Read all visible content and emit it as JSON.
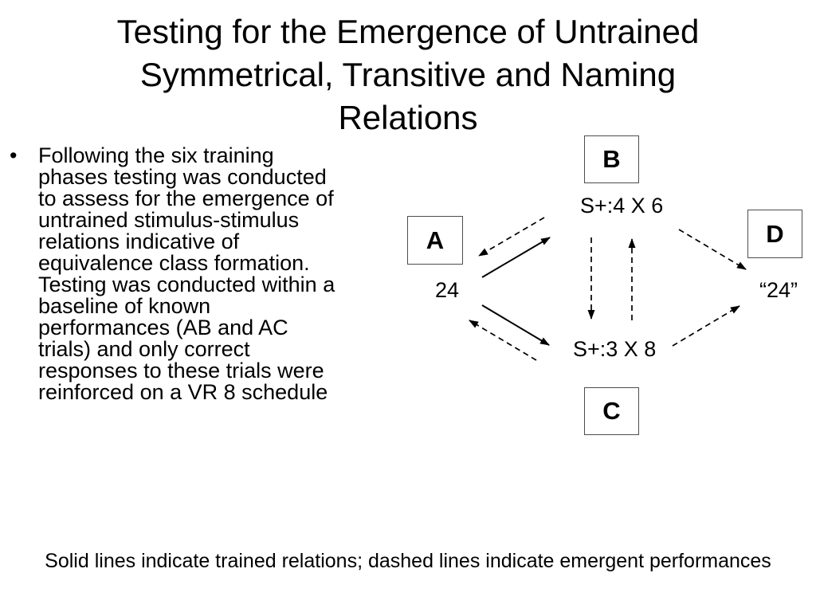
{
  "title": "Testing for the Emergence of Untrained\nSymmetrical, Transitive and Naming\nRelations",
  "bullet": {
    "marker": "•",
    "text": "Following the six training\nphases testing was conducted\nto assess for the emergence of\nuntrained stimulus-stimulus\nrelations indicative of\nequivalence class formation.\nTesting was conducted within a\nbaseline of known\nperformances (AB and AC\ntrials) and only correct\nresponses to these trials were\nreinforced on a VR 8 schedule"
  },
  "diagram": {
    "nodes": {
      "a": "A",
      "b": "B",
      "c": "C",
      "d": "D"
    },
    "labels": {
      "a_stimulus": "24",
      "b_stimulus": "S+:4 X 6",
      "c_stimulus": "S+:3 X 8",
      "d_stimulus": "“24”"
    },
    "line_meanings": {
      "solid": "trained relations",
      "dashed": "emergent performances"
    },
    "line_color": "#000000",
    "box_border_color": "#4d4d4d"
  },
  "caption": "Solid lines indicate trained relations; dashed lines indicate emergent performances"
}
